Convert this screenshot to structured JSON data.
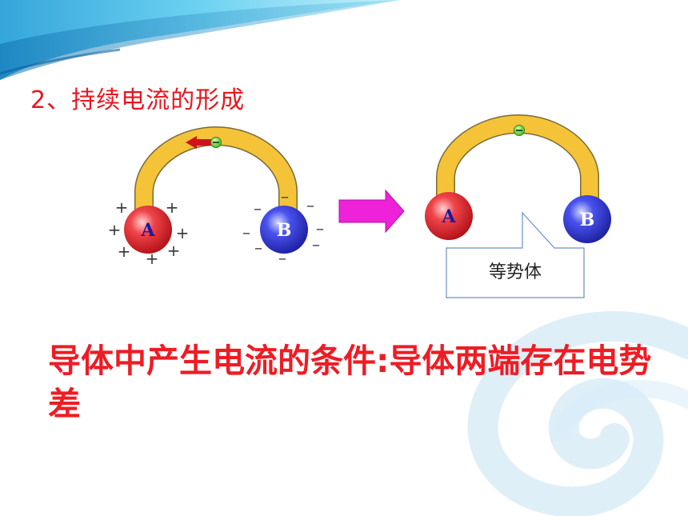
{
  "slide": {
    "section_title": "2、持续电流的形成",
    "condition_text": "导体中产生电流的条件:导体两端存在电势差"
  },
  "diagram_before": {
    "sphere_a_label": "A",
    "sphere_b_label": "B",
    "plus_sign": "+",
    "minus_sign": "–"
  },
  "diagram_after": {
    "sphere_a_label": "A",
    "sphere_b_label": "B",
    "callout_label": "等势体"
  },
  "colors": {
    "title_red": "#e8161e",
    "conductor_yellow": "#f5c338",
    "sphere_a_red": "#e8262e",
    "sphere_b_blue": "#3a3fe0",
    "transition_arrow_magenta": "#ee22d8",
    "header_blue": "#29b6e8"
  },
  "icons": {
    "transition_arrow": "right-arrow-icon",
    "current_arrow": "left-arrow-icon",
    "electron": "electron-minus-icon"
  }
}
